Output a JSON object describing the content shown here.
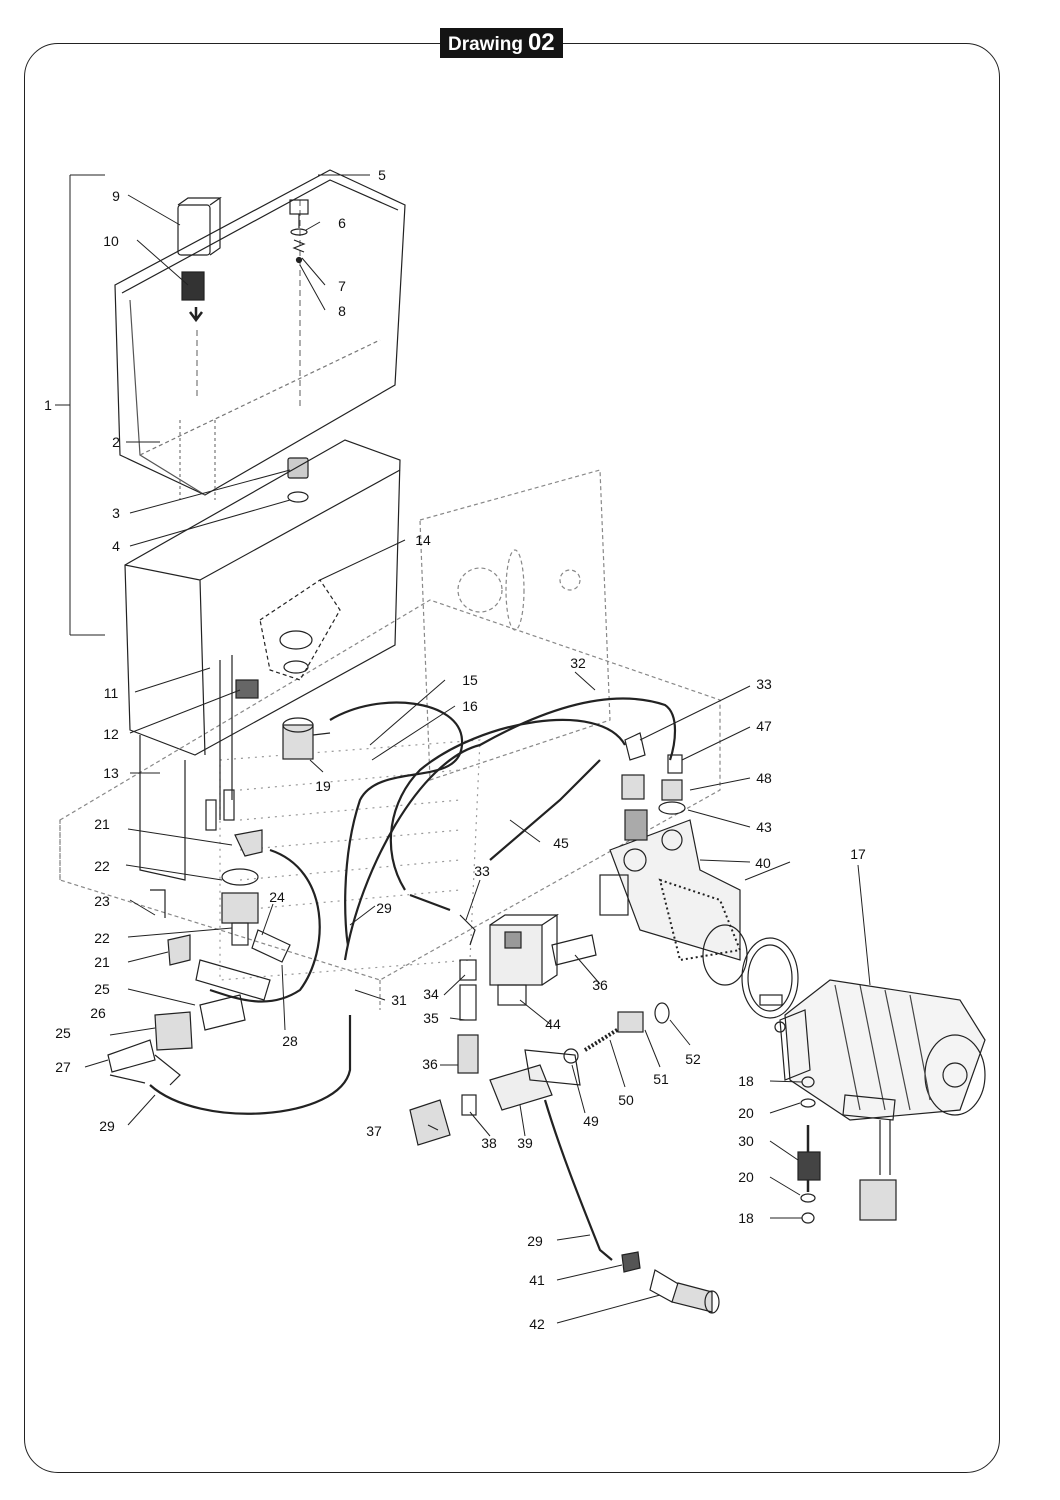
{
  "header": {
    "word": "Drawing",
    "number": "02"
  },
  "callouts": {
    "c1": "1",
    "c2": "2",
    "c3": "3",
    "c4": "4",
    "c5": "5",
    "c6": "6",
    "c7": "7",
    "c8": "8",
    "c9": "9",
    "c10": "10",
    "c11": "11",
    "c12": "12",
    "c13": "13",
    "c14": "14",
    "c15": "15",
    "c16": "16",
    "c17": "17",
    "c18a": "18",
    "c18b": "18",
    "c19": "19",
    "c20a": "20",
    "c20b": "20",
    "c21a": "21",
    "c21b": "21",
    "c22a": "22",
    "c22b": "22",
    "c23": "23",
    "c24": "24",
    "c25a": "25",
    "c25b": "25",
    "c26": "26",
    "c27": "27",
    "c28": "28",
    "c29a": "29",
    "c29b": "29",
    "c29c": "29",
    "c30": "30",
    "c31": "31",
    "c32": "32",
    "c33a": "33",
    "c33b": "33",
    "c34": "34",
    "c35": "35",
    "c36a": "36",
    "c36b": "36",
    "c37": "37",
    "c38": "38",
    "c39": "39",
    "c40": "40",
    "c41": "41",
    "c42": "42",
    "c43": "43",
    "c44": "44",
    "c45": "45",
    "c47": "47",
    "c48": "48",
    "c49": "49",
    "c50": "50",
    "c51": "51",
    "c52": "52"
  }
}
